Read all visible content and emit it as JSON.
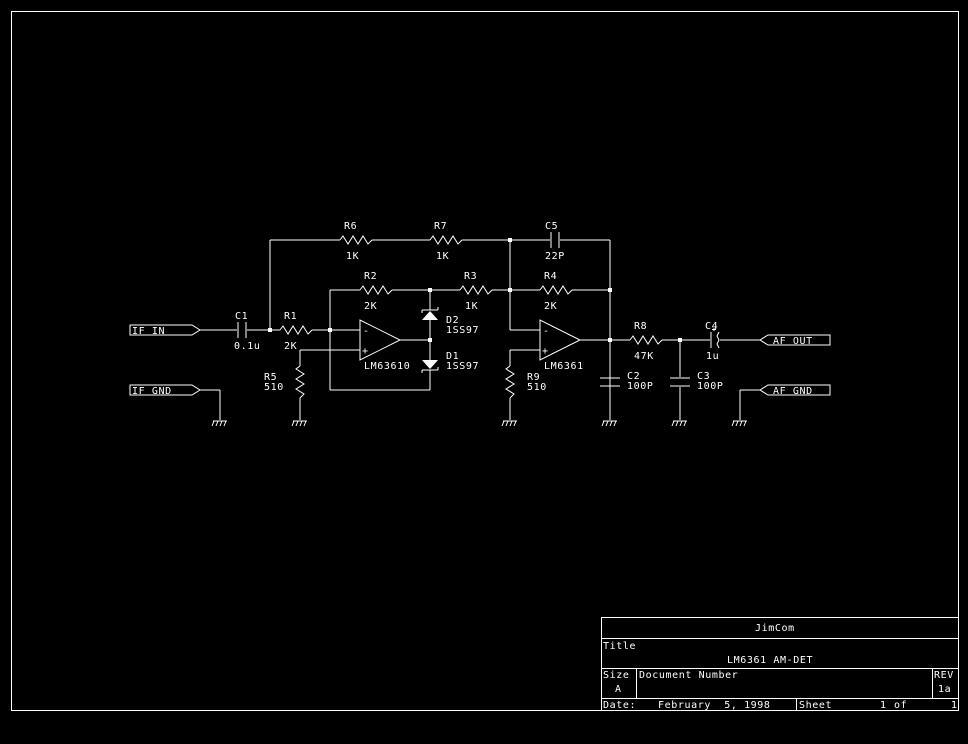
{
  "parts": {
    "R6": {
      "ref": "R6",
      "value": "1K"
    },
    "R7": {
      "ref": "R7",
      "value": "1K"
    },
    "C5": {
      "ref": "C5",
      "value": "22P"
    },
    "R2": {
      "ref": "R2",
      "value": "2K"
    },
    "R3": {
      "ref": "R3",
      "value": "1K"
    },
    "R4": {
      "ref": "R4",
      "value": "2K"
    },
    "C1": {
      "ref": "C1",
      "value": "0.1u"
    },
    "R1": {
      "ref": "R1",
      "value": "2K"
    },
    "D2": {
      "ref": "D2",
      "value": "1SS97"
    },
    "D1": {
      "ref": "D1",
      "value": "1SS97"
    },
    "U1": {
      "value": "LM63610"
    },
    "U2": {
      "value": "LM6361"
    },
    "R5": {
      "ref": "R5",
      "value": "510"
    },
    "R9": {
      "ref": "R9",
      "value": "510"
    },
    "R8": {
      "ref": "R8",
      "value": "47K"
    },
    "C4": {
      "ref": "C4",
      "value": "1u"
    },
    "C2": {
      "ref": "C2",
      "value": "100P"
    },
    "C3": {
      "ref": "C3",
      "value": "100P"
    }
  },
  "ports": {
    "if_in": "IF IN",
    "if_gnd": "IF GND",
    "af_out": "AF OUT",
    "af_gnd": "AF GND"
  },
  "opamp_pins": {
    "minus": "-",
    "plus": "+"
  },
  "title_block": {
    "company": "JimCom",
    "title_label": "Title",
    "title": "LM6361 AM-DET",
    "size_label": "Size",
    "size": "A",
    "docnum_label": "Document Number",
    "rev_label": "REV",
    "rev": "1a",
    "date_label": "Date:",
    "date": "February  5, 1998",
    "sheet_label": "Sheet",
    "sheet": "1",
    "of_label": "of",
    "of": "1"
  }
}
